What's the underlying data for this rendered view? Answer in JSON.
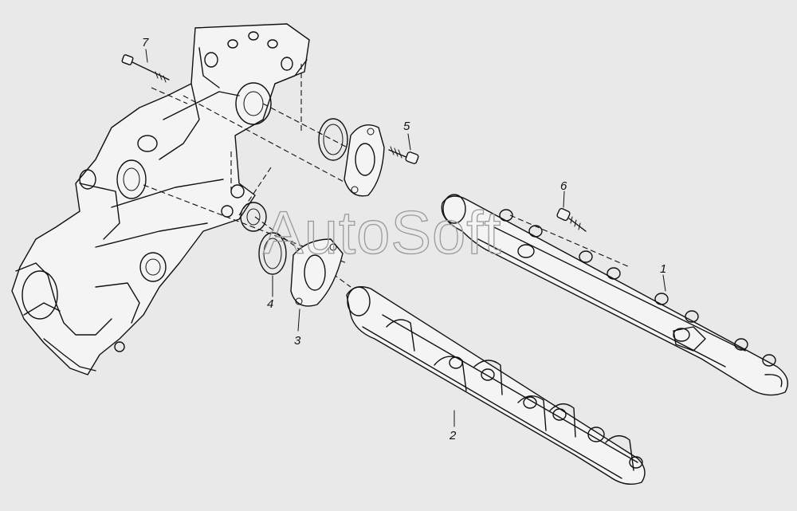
{
  "watermark": "AutoSoft",
  "callouts": [
    {
      "id": "1",
      "text": "1"
    },
    {
      "id": "2",
      "text": "2"
    },
    {
      "id": "3",
      "text": "3"
    },
    {
      "id": "4",
      "text": "4"
    },
    {
      "id": "5",
      "text": "5"
    },
    {
      "id": "6",
      "text": "6"
    },
    {
      "id": "7",
      "text": "7"
    }
  ],
  "colors": {
    "background": "#e9e9e9",
    "linework": "#111111",
    "watermark": "#9a9a9a"
  }
}
